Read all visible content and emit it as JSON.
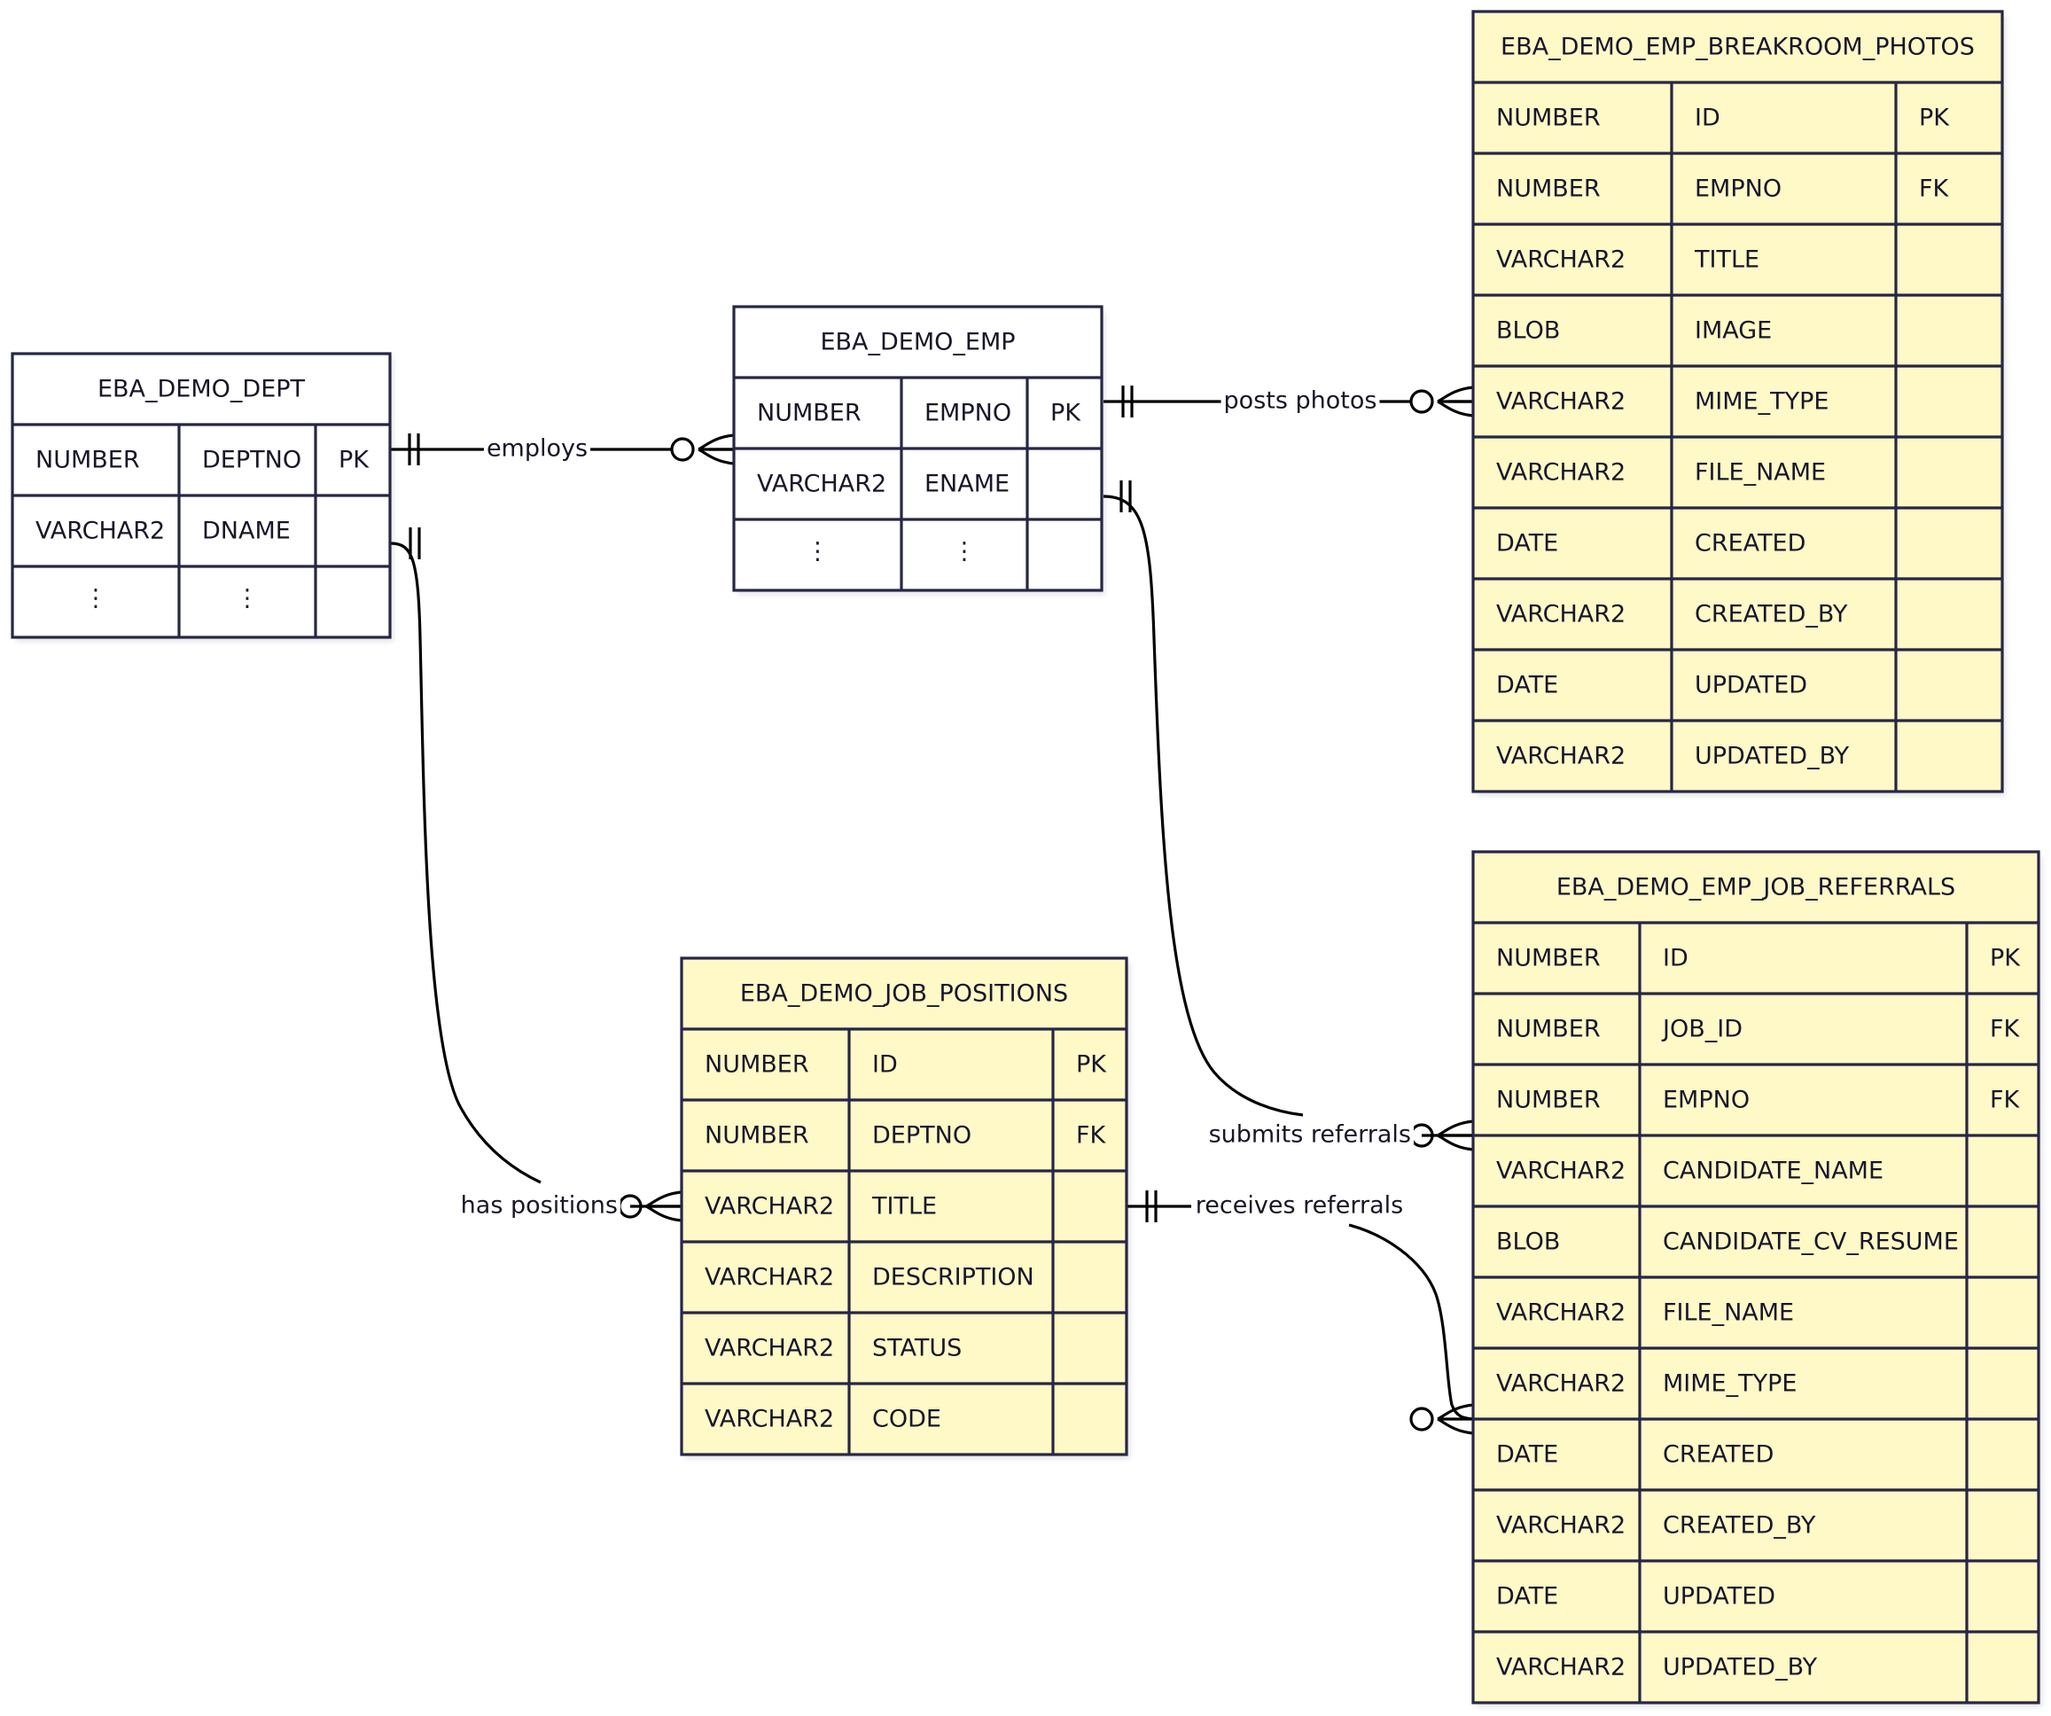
{
  "colors": {
    "highlight_fill": "#fff8c7",
    "plain_fill": "#ffffff",
    "border": "#262645",
    "text": "#171729",
    "line": "#000000"
  },
  "entities": [
    {
      "id": "dept",
      "title": "EBA_DEMO_DEPT",
      "highlighted": false,
      "rows": [
        [
          "NUMBER",
          "DEPTNO",
          "PK"
        ],
        [
          "VARCHAR2",
          "DNAME",
          ""
        ],
        [
          "⋮",
          "⋮",
          ""
        ]
      ]
    },
    {
      "id": "emp",
      "title": "EBA_DEMO_EMP",
      "highlighted": false,
      "rows": [
        [
          "NUMBER",
          "EMPNO",
          "PK"
        ],
        [
          "VARCHAR2",
          "ENAME",
          ""
        ],
        [
          "⋮",
          "⋮",
          ""
        ]
      ]
    },
    {
      "id": "photos",
      "title": "EBA_DEMO_EMP_BREAKROOM_PHOTOS",
      "highlighted": true,
      "rows": [
        [
          "NUMBER",
          "ID",
          "PK"
        ],
        [
          "NUMBER",
          "EMPNO",
          "FK"
        ],
        [
          "VARCHAR2",
          "TITLE",
          ""
        ],
        [
          "BLOB",
          "IMAGE",
          ""
        ],
        [
          "VARCHAR2",
          "MIME_TYPE",
          ""
        ],
        [
          "VARCHAR2",
          "FILE_NAME",
          ""
        ],
        [
          "DATE",
          "CREATED",
          ""
        ],
        [
          "VARCHAR2",
          "CREATED_BY",
          ""
        ],
        [
          "DATE",
          "UPDATED",
          ""
        ],
        [
          "VARCHAR2",
          "UPDATED_BY",
          ""
        ]
      ]
    },
    {
      "id": "jobs",
      "title": "EBA_DEMO_JOB_POSITIONS",
      "highlighted": true,
      "rows": [
        [
          "NUMBER",
          "ID",
          "PK"
        ],
        [
          "NUMBER",
          "DEPTNO",
          "FK"
        ],
        [
          "VARCHAR2",
          "TITLE",
          ""
        ],
        [
          "VARCHAR2",
          "DESCRIPTION",
          ""
        ],
        [
          "VARCHAR2",
          "STATUS",
          ""
        ],
        [
          "VARCHAR2",
          "CODE",
          ""
        ]
      ]
    },
    {
      "id": "refs",
      "title": "EBA_DEMO_EMP_JOB_REFERRALS",
      "highlighted": true,
      "rows": [
        [
          "NUMBER",
          "ID",
          "PK"
        ],
        [
          "NUMBER",
          "JOB_ID",
          "FK"
        ],
        [
          "NUMBER",
          "EMPNO",
          "FK"
        ],
        [
          "VARCHAR2",
          "CANDIDATE_NAME",
          ""
        ],
        [
          "BLOB",
          "CANDIDATE_CV_RESUME",
          ""
        ],
        [
          "VARCHAR2",
          "FILE_NAME",
          ""
        ],
        [
          "VARCHAR2",
          "MIME_TYPE",
          ""
        ],
        [
          "DATE",
          "CREATED",
          ""
        ],
        [
          "VARCHAR2",
          "CREATED_BY",
          ""
        ],
        [
          "DATE",
          "UPDATED",
          ""
        ],
        [
          "VARCHAR2",
          "UPDATED_BY",
          ""
        ]
      ]
    }
  ],
  "relationships": [
    {
      "id": "employs",
      "label": "employs",
      "from": "dept",
      "to": "emp",
      "from_end": "exactly-one",
      "to_end": "zero-or-many"
    },
    {
      "id": "posts-photos",
      "label": "posts photos",
      "from": "emp",
      "to": "photos",
      "from_end": "exactly-one",
      "to_end": "zero-or-many"
    },
    {
      "id": "has-positions",
      "label": "has positions",
      "from": "dept",
      "to": "jobs",
      "from_end": "exactly-one",
      "to_end": "zero-or-many"
    },
    {
      "id": "submits-referrals",
      "label": "submits referrals",
      "from": "emp",
      "to": "refs",
      "from_end": "exactly-one",
      "to_end": "zero-or-many"
    },
    {
      "id": "receives-referrals",
      "label": "receives referrals",
      "from": "jobs",
      "to": "refs",
      "from_end": "exactly-one",
      "to_end": "zero-or-many"
    }
  ]
}
